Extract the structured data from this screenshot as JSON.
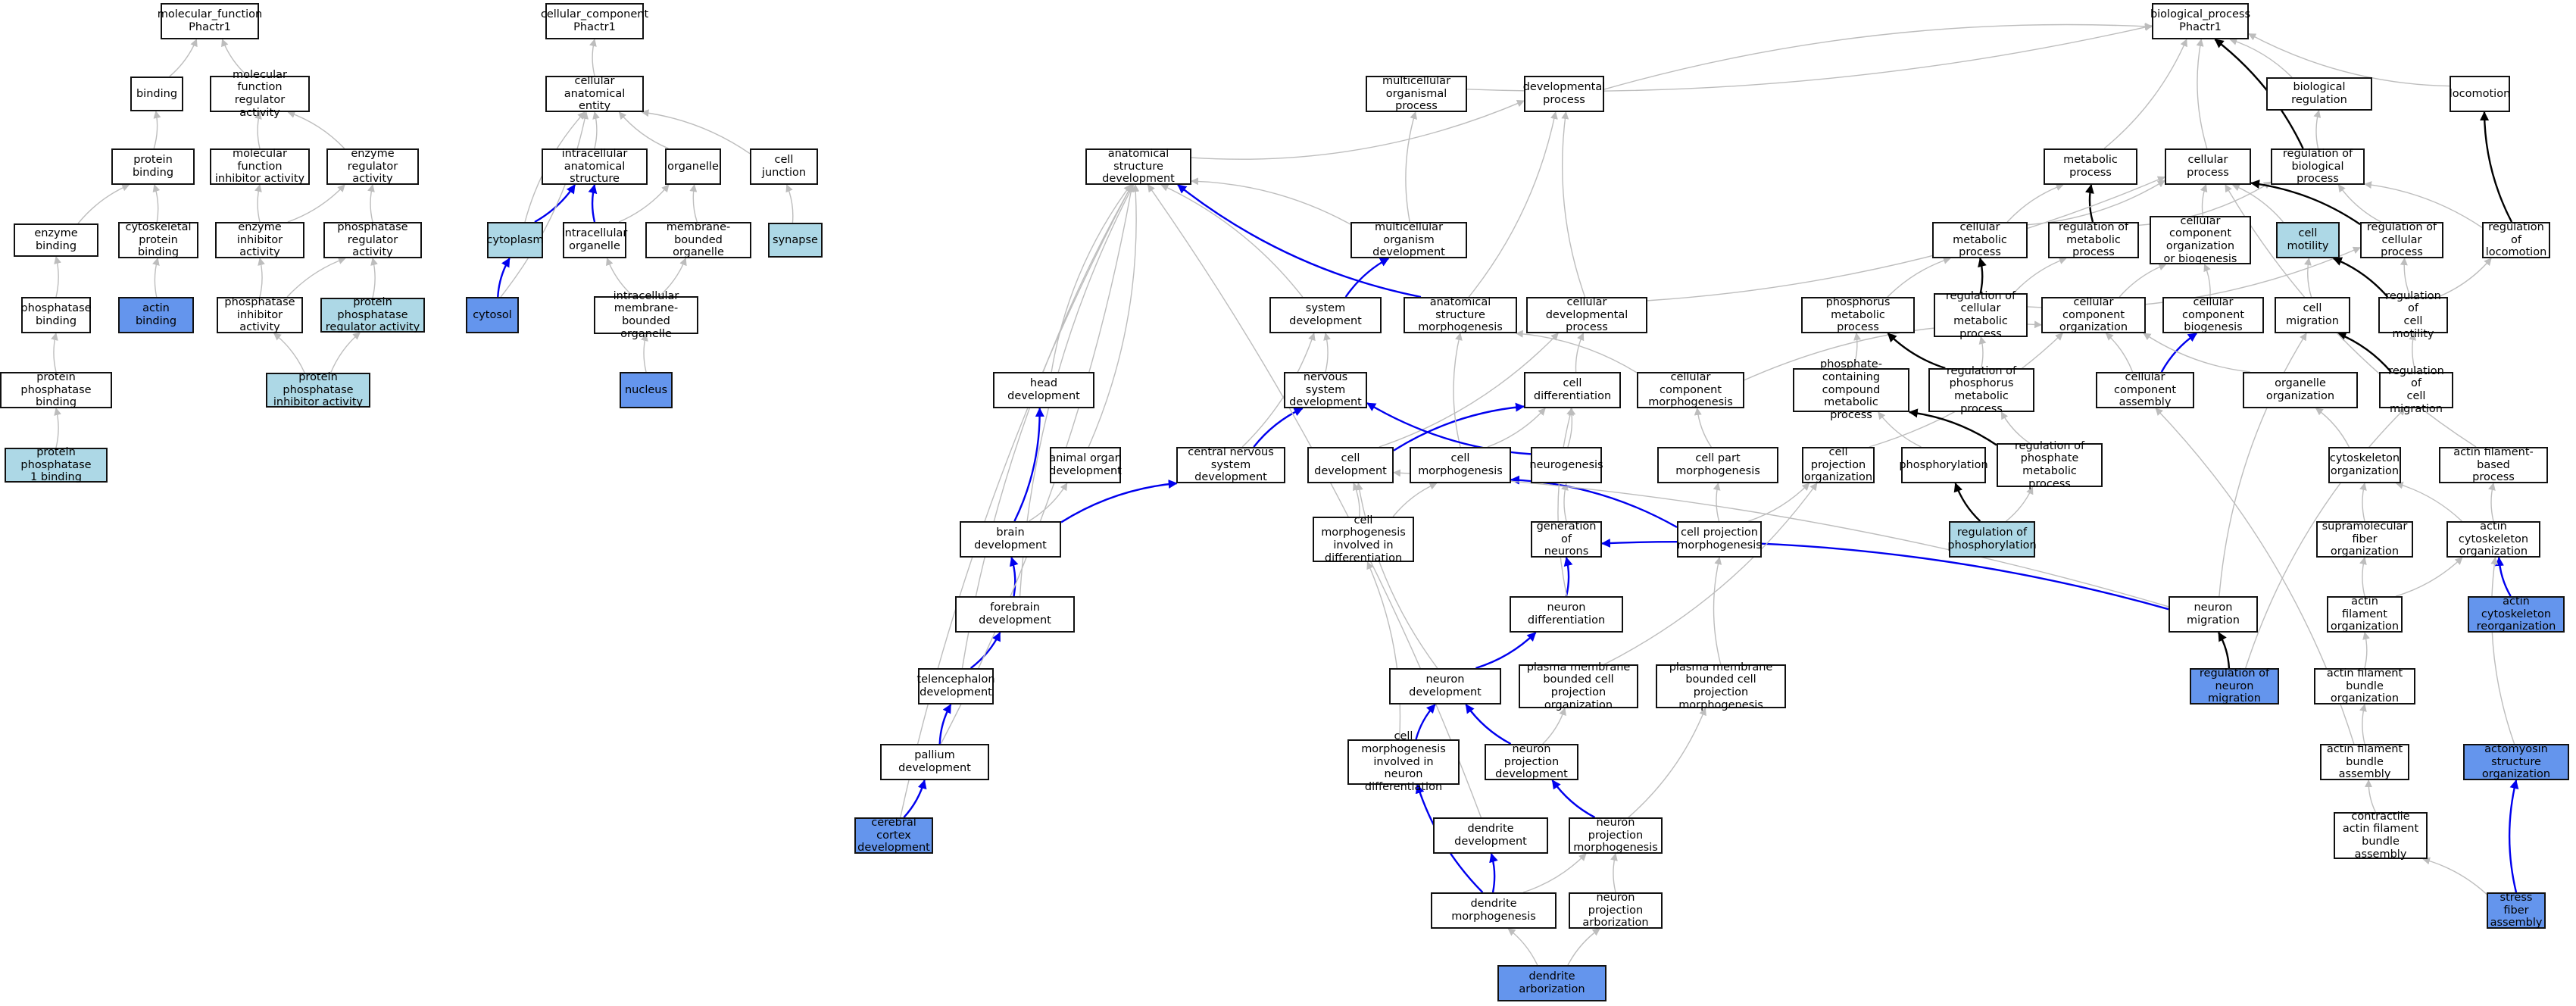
{
  "colors": {
    "light": "#add8e6",
    "blue": "#6495ed",
    "gray_edge": "#bdbdbd",
    "blue_edge": "#0000ee",
    "black_edge": "#000000"
  },
  "nodes": {
    "mf_root": {
      "label": "molecular_function\nPhactr1",
      "fill": "white"
    },
    "binding": {
      "label": "binding",
      "fill": "white"
    },
    "mf_reg": {
      "label": "molecular function\nregulator activity",
      "fill": "white"
    },
    "protein_binding": {
      "label": "protein binding",
      "fill": "white"
    },
    "mf_inhib": {
      "label": "molecular function\ninhibitor activity",
      "fill": "white"
    },
    "enzyme_reg": {
      "label": "enzyme regulator\nactivity",
      "fill": "white"
    },
    "enzyme_binding": {
      "label": "enzyme binding",
      "fill": "white"
    },
    "cytoskeletal_pb": {
      "label": "cytoskeletal\nprotein binding",
      "fill": "white"
    },
    "enzyme_inhib": {
      "label": "enzyme inhibitor\nactivity",
      "fill": "white"
    },
    "phosphatase_reg": {
      "label": "phosphatase\nregulator activity",
      "fill": "white"
    },
    "phosphatase_binding": {
      "label": "phosphatase\nbinding",
      "fill": "white"
    },
    "actin_binding": {
      "label": "actin binding",
      "fill": "blue"
    },
    "phosphatase_inhib": {
      "label": "phosphatase\ninhibitor activity",
      "fill": "white"
    },
    "pp_reg": {
      "label": "protein phosphatase\nregulator activity",
      "fill": "light"
    },
    "pp_binding": {
      "label": "protein phosphatase\nbinding",
      "fill": "white"
    },
    "pp_inhib": {
      "label": "protein phosphatase\ninhibitor activity",
      "fill": "light"
    },
    "pp1_binding": {
      "label": "protein phosphatase\n1 binding",
      "fill": "light"
    },
    "cc_root": {
      "label": "cellular_component\nPhactr1",
      "fill": "white"
    },
    "cae": {
      "label": "cellular anatomical\nentity",
      "fill": "white"
    },
    "ias": {
      "label": "intracellular\nanatomical structure",
      "fill": "white"
    },
    "organelle": {
      "label": "organelle",
      "fill": "white"
    },
    "cell_junction": {
      "label": "cell junction",
      "fill": "white"
    },
    "cytoplasm": {
      "label": "cytoplasm",
      "fill": "light"
    },
    "intra_org": {
      "label": "intracellular\norganelle",
      "fill": "white"
    },
    "mbo": {
      "label": "membrane-bounded\norganelle",
      "fill": "white"
    },
    "synapse": {
      "label": "synapse",
      "fill": "light"
    },
    "cytosol": {
      "label": "cytosol",
      "fill": "blue"
    },
    "imbo": {
      "label": "intracellular\nmembrane-bounded\norganelle",
      "fill": "white"
    },
    "nucleus": {
      "label": "nucleus",
      "fill": "blue"
    },
    "bp_root": {
      "label": "biological_process\nPhactr1",
      "fill": "white"
    },
    "mop": {
      "label": "multicellular\norganismal process",
      "fill": "white"
    },
    "dev_proc": {
      "label": "developmental\nprocess",
      "fill": "white"
    },
    "bio_reg": {
      "label": "biological regulation",
      "fill": "white"
    },
    "locomotion": {
      "label": "locomotion",
      "fill": "white"
    },
    "asd": {
      "label": "anatomical structure\ndevelopment",
      "fill": "white"
    },
    "metabolic": {
      "label": "metabolic process",
      "fill": "white"
    },
    "cellular_proc": {
      "label": "cellular process",
      "fill": "white"
    },
    "reg_bio": {
      "label": "regulation of\nbiological process",
      "fill": "white"
    },
    "mod": {
      "label": "multicellular\norganism development",
      "fill": "white"
    },
    "cell_metab": {
      "label": "cellular metabolic\nprocess",
      "fill": "white"
    },
    "reg_metab": {
      "label": "regulation of\nmetabolic process",
      "fill": "white"
    },
    "ccob": {
      "label": "cellular component\norganization\nor biogenesis",
      "fill": "white"
    },
    "cell_motility": {
      "label": "cell motility",
      "fill": "light"
    },
    "reg_cellular": {
      "label": "regulation of\ncellular process",
      "fill": "white"
    },
    "reg_loco": {
      "label": "regulation of\nlocomotion",
      "fill": "white"
    },
    "system_dev": {
      "label": "system development",
      "fill": "white"
    },
    "asm": {
      "label": "anatomical structure\nmorphogenesis",
      "fill": "white"
    },
    "cdp": {
      "label": "cellular developmental\nprocess",
      "fill": "white"
    },
    "phos_metab": {
      "label": "phosphorus metabolic\nprocess",
      "fill": "white"
    },
    "reg_cell_metab": {
      "label": "regulation of\ncellular metabolic\nprocess",
      "fill": "white"
    },
    "cco": {
      "label": "cellular component\norganization",
      "fill": "white"
    },
    "ccb": {
      "label": "cellular component\nbiogenesis",
      "fill": "white"
    },
    "cell_migration": {
      "label": "cell migration",
      "fill": "white"
    },
    "reg_cell_motility": {
      "label": "regulation of\ncell motility",
      "fill": "white"
    },
    "head_dev": {
      "label": "head development",
      "fill": "white"
    },
    "nsd": {
      "label": "nervous system\ndevelopment",
      "fill": "white"
    },
    "cell_diff": {
      "label": "cell differentiation",
      "fill": "white"
    },
    "ccm": {
      "label": "cellular component\nmorphogenesis",
      "fill": "white"
    },
    "pccmp": {
      "label": "phosphate-containing\ncompound metabolic\nprocess",
      "fill": "white"
    },
    "reg_phos_metab": {
      "label": "regulation of\nphosphorus metabolic\nprocess",
      "fill": "white"
    },
    "cca": {
      "label": "cellular component\nassembly",
      "fill": "white"
    },
    "organelle_org": {
      "label": "organelle organization",
      "fill": "white"
    },
    "reg_cell_migr": {
      "label": "regulation of\ncell migration",
      "fill": "white"
    },
    "aod": {
      "label": "animal organ\ndevelopment",
      "fill": "white"
    },
    "cnsd": {
      "label": "central nervous\nsystem development",
      "fill": "white"
    },
    "cell_dev": {
      "label": "cell development",
      "fill": "white"
    },
    "cell_morph": {
      "label": "cell morphogenesis",
      "fill": "white"
    },
    "neurogenesis": {
      "label": "neurogenesis",
      "fill": "white"
    },
    "cpm": {
      "label": "cell part morphogenesis",
      "fill": "white"
    },
    "cpo": {
      "label": "cell projection\norganization",
      "fill": "white"
    },
    "phosphorylation": {
      "label": "phosphorylation",
      "fill": "white"
    },
    "rpmp": {
      "label": "regulation of\nphosphate metabolic\nprocess",
      "fill": "white"
    },
    "cyto_org": {
      "label": "cytoskeleton\norganization",
      "fill": "white"
    },
    "afbp": {
      "label": "actin filament-based\nprocess",
      "fill": "white"
    },
    "brain_dev": {
      "label": "brain development",
      "fill": "white"
    },
    "cmid": {
      "label": "cell morphogenesis\ninvolved in\ndifferentiation",
      "fill": "white"
    },
    "gen_neurons": {
      "label": "generation of\nneurons",
      "fill": "white"
    },
    "cp_morph": {
      "label": "cell projection\nmorphogenesis",
      "fill": "white"
    },
    "reg_phosph": {
      "label": "regulation of\nphosphorylation",
      "fill": "light"
    },
    "smfo": {
      "label": "supramolecular\nfiber organization",
      "fill": "white"
    },
    "aco": {
      "label": "actin cytoskeleton\norganization",
      "fill": "white"
    },
    "forebrain_dev": {
      "label": "forebrain development",
      "fill": "white"
    },
    "neuron_diff": {
      "label": "neuron differentiation",
      "fill": "white"
    },
    "neuron_migration": {
      "label": "neuron migration",
      "fill": "white"
    },
    "afo": {
      "label": "actin filament\norganization",
      "fill": "white"
    },
    "acr": {
      "label": "actin cytoskeleton\nreorganization",
      "fill": "blue"
    },
    "tel_dev": {
      "label": "telencephalon\ndevelopment",
      "fill": "white"
    },
    "neuron_dev": {
      "label": "neuron development",
      "fill": "white"
    },
    "pmbcpo": {
      "label": "plasma membrane\nbounded cell\nprojection organization",
      "fill": "white"
    },
    "pmbcpm": {
      "label": "plasma membrane\nbounded cell\nprojection morphogenesis",
      "fill": "white"
    },
    "reg_neuron_migr": {
      "label": "regulation of\nneuron migration",
      "fill": "blue"
    },
    "afbo": {
      "label": "actin filament\nbundle organization",
      "fill": "white"
    },
    "pallium_dev": {
      "label": "pallium development",
      "fill": "white"
    },
    "cmind": {
      "label": "cell morphogenesis\ninvolved in\nneuron differentiation",
      "fill": "white"
    },
    "npd": {
      "label": "neuron projection\ndevelopment",
      "fill": "white"
    },
    "afba": {
      "label": "actin filament\nbundle assembly",
      "fill": "white"
    },
    "amso": {
      "label": "actomyosin structure\norganization",
      "fill": "blue"
    },
    "ccd": {
      "label": "cerebral cortex\ndevelopment",
      "fill": "blue"
    },
    "dendrite_dev": {
      "label": "dendrite development",
      "fill": "white"
    },
    "npm": {
      "label": "neuron projection\nmorphogenesis",
      "fill": "white"
    },
    "cafba": {
      "label": "contractile\nactin filament\nbundle assembly",
      "fill": "white"
    },
    "dendrite_morph": {
      "label": "dendrite morphogenesis",
      "fill": "white"
    },
    "npa": {
      "label": "neuron projection\narborization",
      "fill": "white"
    },
    "sfa": {
      "label": "stress fiber\nassembly",
      "fill": "blue"
    },
    "dendrite_arbor": {
      "label": "dendrite arborization",
      "fill": "blue"
    }
  },
  "edges": [
    [
      "binding",
      "mf_root",
      "gray"
    ],
    [
      "mf_reg",
      "mf_root",
      "gray"
    ],
    [
      "protein_binding",
      "binding",
      "gray"
    ],
    [
      "mf_inhib",
      "mf_reg",
      "gray"
    ],
    [
      "enzyme_reg",
      "mf_reg",
      "gray"
    ],
    [
      "enzyme_binding",
      "protein_binding",
      "gray"
    ],
    [
      "cytoskeletal_pb",
      "protein_binding",
      "gray"
    ],
    [
      "enzyme_inhib",
      "mf_inhib",
      "gray"
    ],
    [
      "enzyme_inhib",
      "enzyme_reg",
      "gray"
    ],
    [
      "phosphatase_reg",
      "enzyme_reg",
      "gray"
    ],
    [
      "phosphatase_binding",
      "enzyme_binding",
      "gray"
    ],
    [
      "actin_binding",
      "cytoskeletal_pb",
      "gray"
    ],
    [
      "phosphatase_inhib",
      "enzyme_inhib",
      "gray"
    ],
    [
      "phosphatase_inhib",
      "phosphatase_reg",
      "gray"
    ],
    [
      "pp_reg",
      "phosphatase_reg",
      "gray"
    ],
    [
      "pp_binding",
      "phosphatase_binding",
      "gray"
    ],
    [
      "pp_inhib",
      "phosphatase_inhib",
      "gray"
    ],
    [
      "pp_inhib",
      "pp_reg",
      "gray"
    ],
    [
      "pp1_binding",
      "pp_binding",
      "gray"
    ],
    [
      "cae",
      "cc_root",
      "gray"
    ],
    [
      "ias",
      "cae",
      "gray"
    ],
    [
      "organelle",
      "cae",
      "gray"
    ],
    [
      "cell_junction",
      "cae",
      "gray"
    ],
    [
      "cytoplasm",
      "cae",
      "gray"
    ],
    [
      "cytoplasm",
      "ias",
      "blue"
    ],
    [
      "intra_org",
      "ias",
      "blue"
    ],
    [
      "intra_org",
      "organelle",
      "gray"
    ],
    [
      "mbo",
      "organelle",
      "gray"
    ],
    [
      "synapse",
      "cell_junction",
      "gray"
    ],
    [
      "cytosol",
      "cytoplasm",
      "blue"
    ],
    [
      "cytosol",
      "cae",
      "gray"
    ],
    [
      "imbo",
      "intra_org",
      "gray"
    ],
    [
      "imbo",
      "mbo",
      "gray"
    ],
    [
      "nucleus",
      "imbo",
      "gray"
    ],
    [
      "mop",
      "bp_root",
      "gray"
    ],
    [
      "dev_proc",
      "bp_root",
      "gray"
    ],
    [
      "bio_reg",
      "bp_root",
      "gray"
    ],
    [
      "locomotion",
      "bp_root",
      "gray"
    ],
    [
      "metabolic",
      "bp_root",
      "gray"
    ],
    [
      "cellular_proc",
      "bp_root",
      "gray"
    ],
    [
      "reg_bio",
      "bp_root",
      "black"
    ],
    [
      "reg_bio",
      "bio_reg",
      "gray"
    ],
    [
      "asd",
      "dev_proc",
      "gray"
    ],
    [
      "mod",
      "mop",
      "gray"
    ],
    [
      "mod",
      "asd",
      "gray"
    ],
    [
      "cell_metab",
      "metabolic",
      "gray"
    ],
    [
      "cell_metab",
      "cellular_proc",
      "gray"
    ],
    [
      "reg_metab",
      "metabolic",
      "black"
    ],
    [
      "reg_metab",
      "reg_bio",
      "gray"
    ],
    [
      "ccob",
      "cellular_proc",
      "gray"
    ],
    [
      "cell_motility",
      "cellular_proc",
      "gray"
    ],
    [
      "reg_cellular",
      "reg_bio",
      "gray"
    ],
    [
      "reg_cellular",
      "cellular_proc",
      "black"
    ],
    [
      "reg_loco",
      "locomotion",
      "black"
    ],
    [
      "reg_loco",
      "reg_bio",
      "gray"
    ],
    [
      "system_dev",
      "mod",
      "blue"
    ],
    [
      "system_dev",
      "asd",
      "gray"
    ],
    [
      "asm",
      "asd",
      "blue"
    ],
    [
      "asm",
      "dev_proc",
      "gray"
    ],
    [
      "cdp",
      "dev_proc",
      "gray"
    ],
    [
      "cdp",
      "cellular_proc",
      "gray"
    ],
    [
      "phos_metab",
      "cell_metab",
      "gray"
    ],
    [
      "reg_cell_metab",
      "cell_metab",
      "black"
    ],
    [
      "reg_cell_metab",
      "reg_metab",
      "gray"
    ],
    [
      "reg_cell_metab",
      "reg_cellular",
      "gray"
    ],
    [
      "cco",
      "ccob",
      "gray"
    ],
    [
      "ccb",
      "ccob",
      "gray"
    ],
    [
      "cell_migration",
      "cell_motility",
      "gray"
    ],
    [
      "reg_cell_motility",
      "cell_motility",
      "black"
    ],
    [
      "reg_cell_motility",
      "reg_cellular",
      "gray"
    ],
    [
      "reg_cell_motility",
      "reg_loco",
      "gray"
    ],
    [
      "head_dev",
      "asd",
      "gray"
    ],
    [
      "nsd",
      "system_dev",
      "gray"
    ],
    [
      "cell_diff",
      "cdp",
      "gray"
    ],
    [
      "ccm",
      "asm",
      "gray"
    ],
    [
      "ccm",
      "cco",
      "gray"
    ],
    [
      "pccmp",
      "phos_metab",
      "gray"
    ],
    [
      "reg_phos_metab",
      "phos_metab",
      "black"
    ],
    [
      "reg_phos_metab",
      "reg_cell_metab",
      "gray"
    ],
    [
      "cca",
      "ccb",
      "blue"
    ],
    [
      "cca",
      "cco",
      "gray"
    ],
    [
      "organelle_org",
      "cco",
      "gray"
    ],
    [
      "reg_cell_migr",
      "cell_migration",
      "black"
    ],
    [
      "reg_cell_migr",
      "reg_cell_motility",
      "gray"
    ],
    [
      "aod",
      "asd",
      "gray"
    ],
    [
      "cnsd",
      "nsd",
      "blue"
    ],
    [
      "cnsd",
      "system_dev",
      "gray"
    ],
    [
      "cell_dev",
      "cell_diff",
      "blue"
    ],
    [
      "cell_dev",
      "cdp",
      "gray"
    ],
    [
      "cell_morph",
      "asm",
      "gray"
    ],
    [
      "cell_morph",
      "cell_diff",
      "gray"
    ],
    [
      "neurogenesis",
      "nsd",
      "blue"
    ],
    [
      "neurogenesis",
      "cell_diff",
      "gray"
    ],
    [
      "cpm",
      "ccm",
      "gray"
    ],
    [
      "cpo",
      "cco",
      "gray"
    ],
    [
      "phosphorylation",
      "pccmp",
      "gray"
    ],
    [
      "rpmp",
      "pccmp",
      "black"
    ],
    [
      "rpmp",
      "reg_phos_metab",
      "gray"
    ],
    [
      "cyto_org",
      "organelle_org",
      "gray"
    ],
    [
      "afbp",
      "cellular_proc",
      "gray"
    ],
    [
      "brain_dev",
      "head_dev",
      "blue"
    ],
    [
      "brain_dev",
      "cnsd",
      "blue"
    ],
    [
      "brain_dev",
      "aod",
      "gray"
    ],
    [
      "cmid",
      "cell_morph",
      "gray"
    ],
    [
      "cmid",
      "cell_dev",
      "gray"
    ],
    [
      "gen_neurons",
      "neurogenesis",
      "gray"
    ],
    [
      "cp_morph",
      "cell_morph",
      "blue"
    ],
    [
      "cp_morph",
      "cpm",
      "gray"
    ],
    [
      "cp_morph",
      "cpo",
      "gray"
    ],
    [
      "reg_phosph",
      "phosphorylation",
      "black"
    ],
    [
      "reg_phosph",
      "rpmp",
      "gray"
    ],
    [
      "smfo",
      "cyto_org",
      "gray"
    ],
    [
      "aco",
      "cyto_org",
      "gray"
    ],
    [
      "aco",
      "afbp",
      "gray"
    ],
    [
      "forebrain_dev",
      "brain_dev",
      "blue"
    ],
    [
      "forebrain_dev",
      "asd",
      "gray"
    ],
    [
      "neuron_diff",
      "gen_neurons",
      "blue"
    ],
    [
      "neuron_diff",
      "cell_diff",
      "gray"
    ],
    [
      "neuron_migration",
      "gen_neurons",
      "blue"
    ],
    [
      "neuron_migration",
      "cell_migration",
      "gray"
    ],
    [
      "neuron_migration",
      "cell_dev",
      "gray"
    ],
    [
      "afo",
      "smfo",
      "gray"
    ],
    [
      "afo",
      "aco",
      "gray"
    ],
    [
      "acr",
      "aco",
      "blue"
    ],
    [
      "tel_dev",
      "forebrain_dev",
      "blue"
    ],
    [
      "tel_dev",
      "asd",
      "gray"
    ],
    [
      "neuron_dev",
      "neuron_diff",
      "blue"
    ],
    [
      "neuron_dev",
      "cell_dev",
      "gray"
    ],
    [
      "pmbcpo",
      "cpo",
      "gray"
    ],
    [
      "pmbcpm",
      "cp_morph",
      "gray"
    ],
    [
      "reg_neuron_migr",
      "neuron_migration",
      "black"
    ],
    [
      "reg_neuron_migr",
      "reg_cell_migr",
      "gray"
    ],
    [
      "afbo",
      "afo",
      "gray"
    ],
    [
      "pallium_dev",
      "tel_dev",
      "blue"
    ],
    [
      "pallium_dev",
      "asd",
      "gray"
    ],
    [
      "cmind",
      "neuron_dev",
      "blue"
    ],
    [
      "cmind",
      "cmid",
      "gray"
    ],
    [
      "npd",
      "neuron_dev",
      "blue"
    ],
    [
      "npd",
      "pmbcpo",
      "gray"
    ],
    [
      "afba",
      "afbo",
      "gray"
    ],
    [
      "afba",
      "cca",
      "gray"
    ],
    [
      "amso",
      "aco",
      "gray"
    ],
    [
      "ccd",
      "pallium_dev",
      "blue"
    ],
    [
      "ccd",
      "asd",
      "gray"
    ],
    [
      "dendrite_dev",
      "asd",
      "gray"
    ],
    [
      "npm",
      "npd",
      "blue"
    ],
    [
      "npm",
      "pmbcpm",
      "gray"
    ],
    [
      "cafba",
      "afba",
      "gray"
    ],
    [
      "dendrite_morph",
      "dendrite_dev",
      "blue"
    ],
    [
      "dendrite_morph",
      "cmind",
      "blue"
    ],
    [
      "dendrite_morph",
      "npm",
      "gray"
    ],
    [
      "npa",
      "npm",
      "gray"
    ],
    [
      "sfa",
      "cafba",
      "gray"
    ],
    [
      "sfa",
      "amso",
      "blue"
    ],
    [
      "dendrite_arbor",
      "dendrite_morph",
      "gray"
    ],
    [
      "dendrite_arbor",
      "npa",
      "gray"
    ]
  ]
}
